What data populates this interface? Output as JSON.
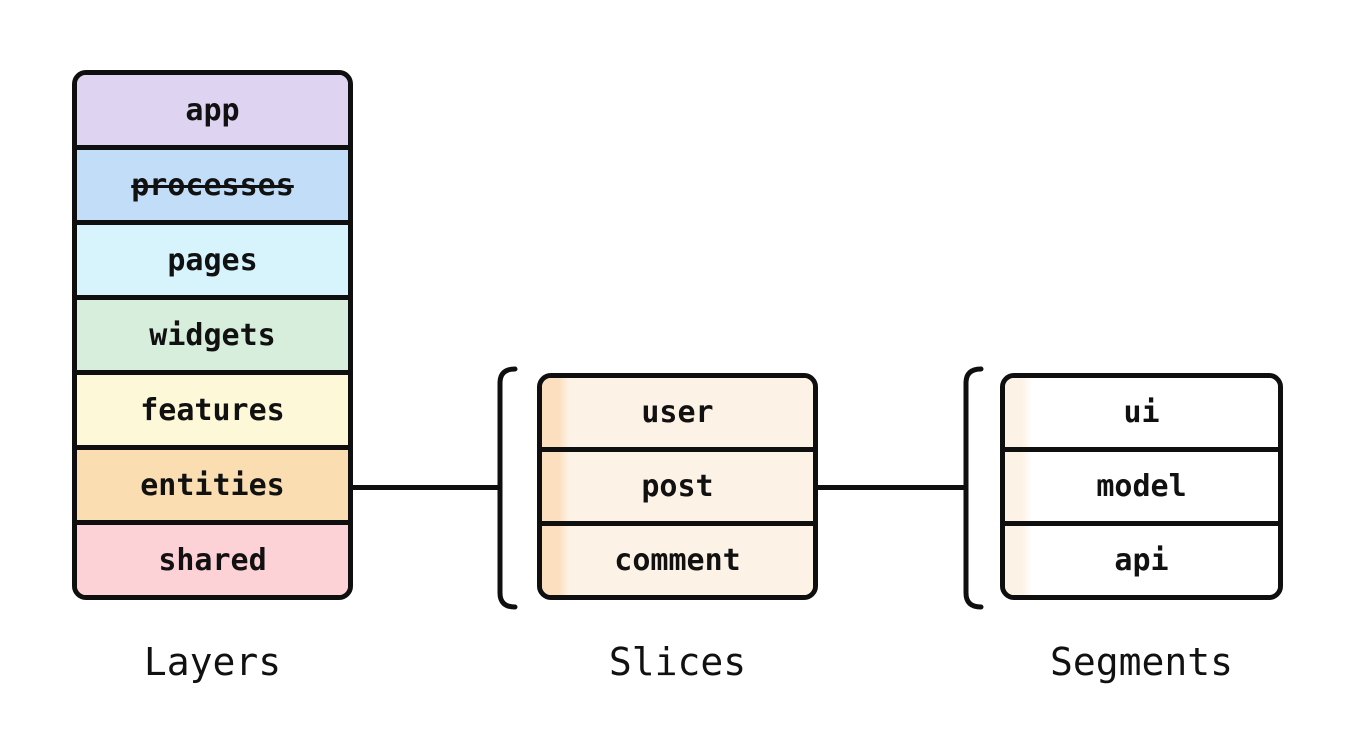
{
  "diagram": {
    "colors": {
      "background": "#ffffff",
      "border": "#0f0f0f",
      "text": "#111111"
    },
    "layers": {
      "label": "Layers",
      "rows": [
        {
          "text": "app",
          "fill": "#ded3f0",
          "strikethrough": false
        },
        {
          "text": "processes",
          "fill": "#c1ddf8",
          "strikethrough": true
        },
        {
          "text": "pages",
          "fill": "#d7f3fb",
          "strikethrough": false
        },
        {
          "text": "widgets",
          "fill": "#d6eedb",
          "strikethrough": false
        },
        {
          "text": "features",
          "fill": "#fdf8d8",
          "strikethrough": false
        },
        {
          "text": "entities",
          "fill": "#faddb1",
          "strikethrough": false
        },
        {
          "text": "shared",
          "fill": "#fcd2d7",
          "strikethrough": false
        }
      ]
    },
    "slices": {
      "label": "Slices",
      "strip_color": "#fbdfbe",
      "fill": "#fdf2e6",
      "rows": [
        {
          "text": "user"
        },
        {
          "text": "post"
        },
        {
          "text": "comment"
        }
      ]
    },
    "segments": {
      "label": "Segments",
      "strip_color": "#fdf2e6",
      "fill": "#ffffff",
      "rows": [
        {
          "text": "ui"
        },
        {
          "text": "model"
        },
        {
          "text": "api"
        }
      ]
    }
  }
}
